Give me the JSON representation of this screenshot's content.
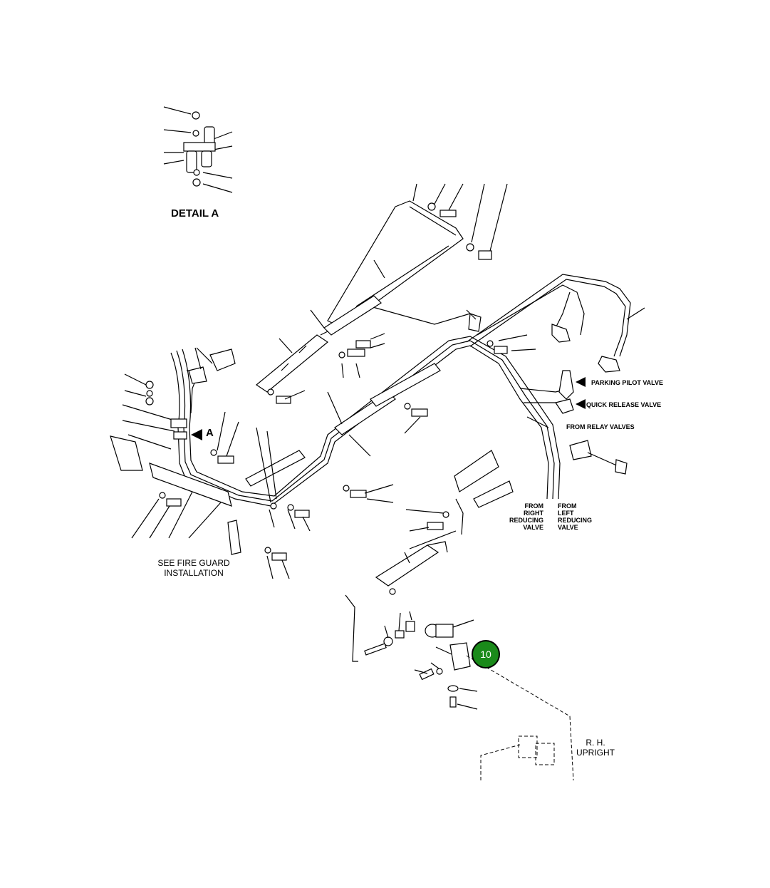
{
  "labels": {
    "detail_a": "DETAIL A",
    "arrow_a": "A",
    "parking_pilot_valve": "PARKING PILOT VALVE",
    "quick_release_valve": "QUICK RELEASE VALVE",
    "from_relay_valves": "FROM RELAY VALVES",
    "from_right_reducing_valve": [
      "FROM",
      "RIGHT",
      "REDUCING",
      "VALVE"
    ],
    "from_left_reducing_valve": [
      "FROM",
      "LEFT",
      "REDUCING",
      "VALVE"
    ],
    "see_fire_guard_installation": [
      "SEE FIRE GUARD",
      "INSTALLATION"
    ],
    "rh_upright": [
      "R. H.",
      "UPRIGHT"
    ]
  },
  "callout": {
    "number": "10",
    "color": "#1a8a1a"
  },
  "colors": {
    "line": "#000000",
    "background": "#ffffff"
  }
}
